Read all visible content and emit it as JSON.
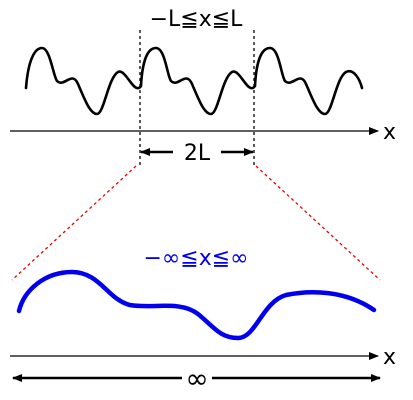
{
  "top_range_label": "−L≦x≦L",
  "period_label": "2L",
  "top_axis_label": "x",
  "bottom_range_label": "−∞≦x≦∞",
  "bottom_axis_label": "x",
  "infinity_label": "∞",
  "colors": {
    "axis": "#000000",
    "periodic_curve": "#000000",
    "aperiodic_curve": "#0000ee",
    "bottom_range_label": "#0000ee",
    "projection_lines": "#ee0000"
  }
}
